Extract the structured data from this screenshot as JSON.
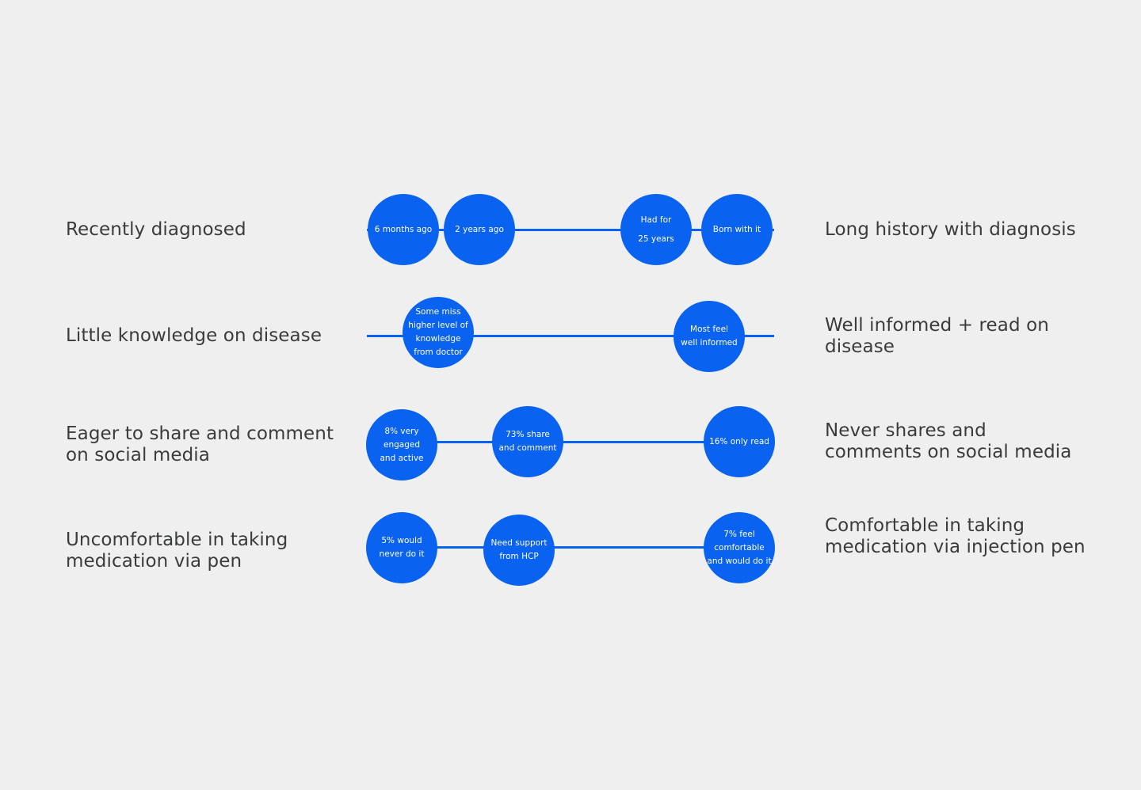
{
  "colors": {
    "background": "#efefef",
    "accent": "#0a62f0",
    "text": "#3a3c3c",
    "bubble_text": "#ffffff"
  },
  "rows": [
    {
      "left_label": "Recently diagnosed",
      "right_label": "Long history with diagnosis",
      "bubbles": [
        "6 months ago",
        "2 years ago",
        "Had for\n25 years",
        "Born with it"
      ]
    },
    {
      "left_label": "Little knowledge on disease",
      "right_label": "Well informed + read on\ndisease",
      "bubbles": [
        "Some miss\nhigher level of\nknowledge\nfrom doctor",
        "Most feel\nwell informed"
      ]
    },
    {
      "left_label": "Eager to share and comment\non social media",
      "right_label": "Never shares and\ncomments on social media",
      "bubbles": [
        "8% very\nengaged\nand active",
        "73% share\nand comment",
        "16% only read"
      ]
    },
    {
      "left_label": "Uncomfortable in taking\nmedication via pen",
      "right_label": "Comfortable in taking\nmedication via injection pen",
      "bubbles": [
        "5% would\nnever do it",
        "Need support\nfrom HCP",
        "7% feel\ncomfortable\nand would do it"
      ]
    }
  ]
}
